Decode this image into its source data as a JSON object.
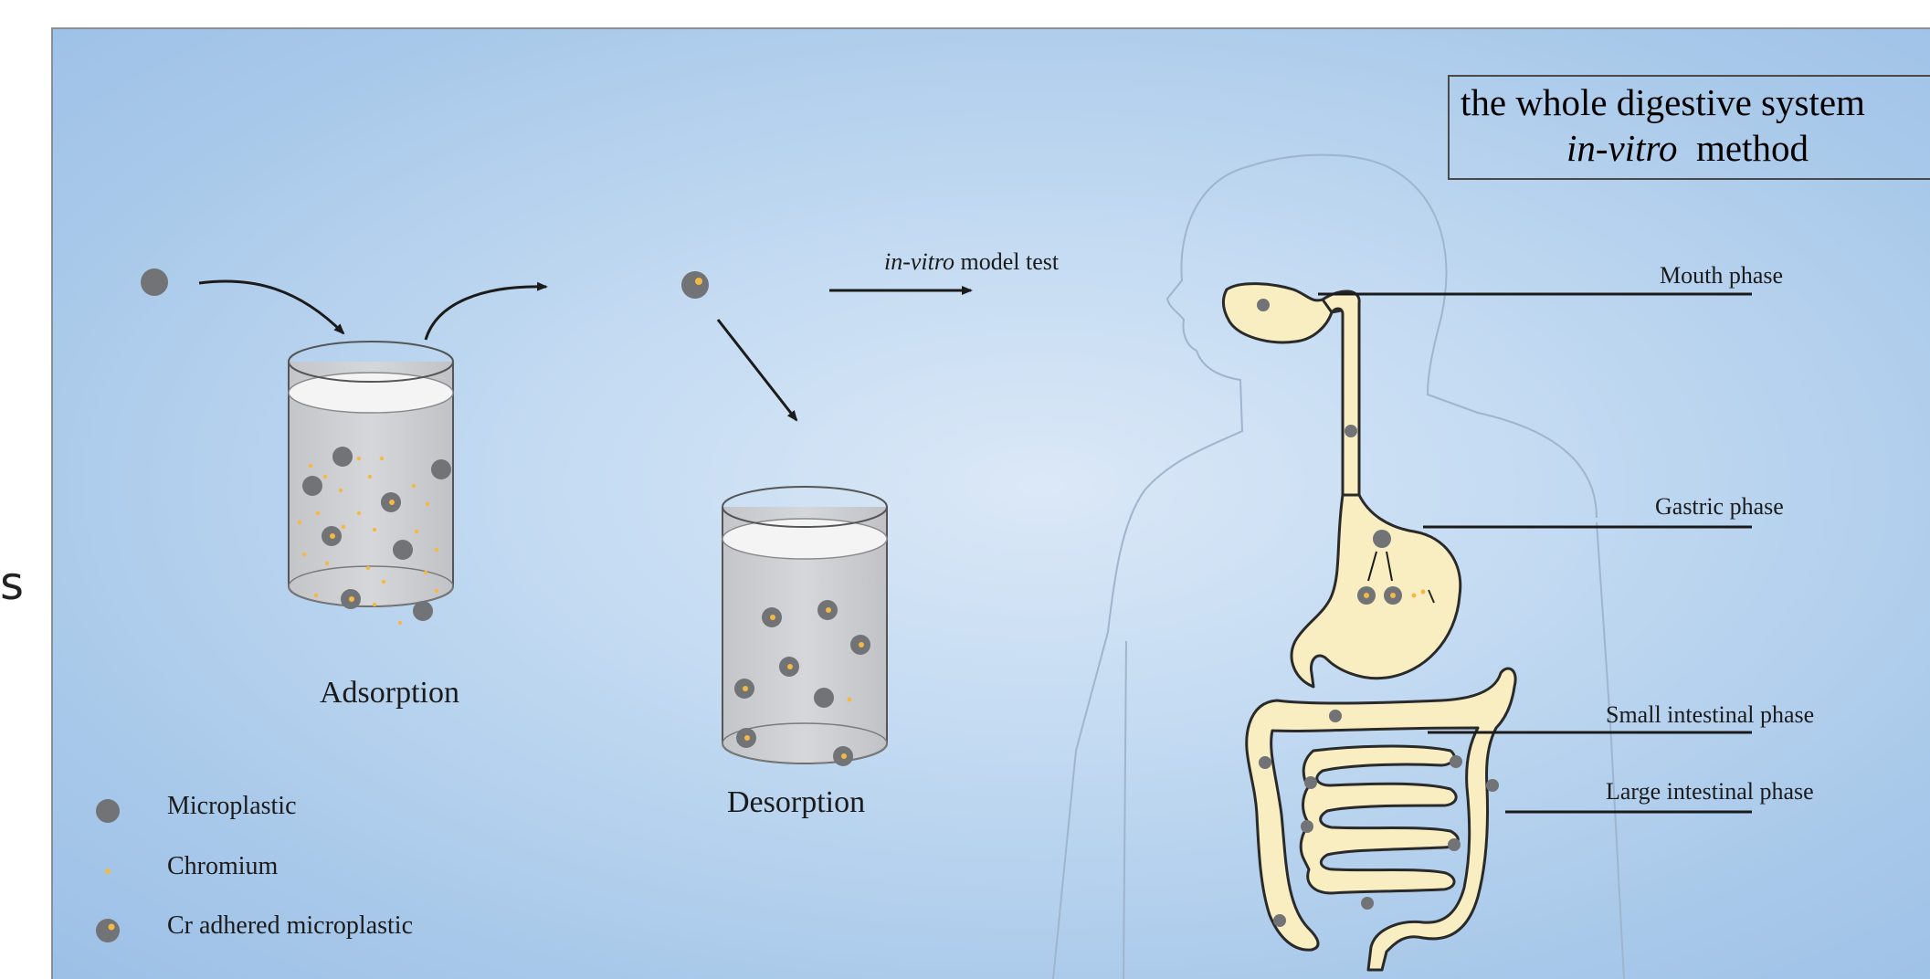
{
  "title": {
    "line1": "the whole digestive system",
    "line2_italic": "in-vitro",
    "line2_rest": "method"
  },
  "arrow_label": {
    "italic": "in-vitro",
    "rest": " model test"
  },
  "steps": {
    "adsorption": "Adsorption",
    "desorption": "Desorption"
  },
  "phases": {
    "mouth": "Mouth phase",
    "gastric": "Gastric phase",
    "small_intestine": "Small intestinal phase",
    "large_intestine": "Large intestinal phase"
  },
  "legend": [
    {
      "icon": "microplastic-icon",
      "label": "Microplastic"
    },
    {
      "icon": "chromium-icon",
      "label": "Chromium"
    },
    {
      "icon": "cr-adhered-microplastic-icon",
      "label": "Cr adhered microplastic"
    }
  ],
  "stray_text": "s",
  "colors": {
    "particle": "#727376",
    "chromium": "#f4b942",
    "tract_fill": "#f8eec2",
    "body_outline": "#a7bcd3",
    "background": "#b8d3ef"
  }
}
